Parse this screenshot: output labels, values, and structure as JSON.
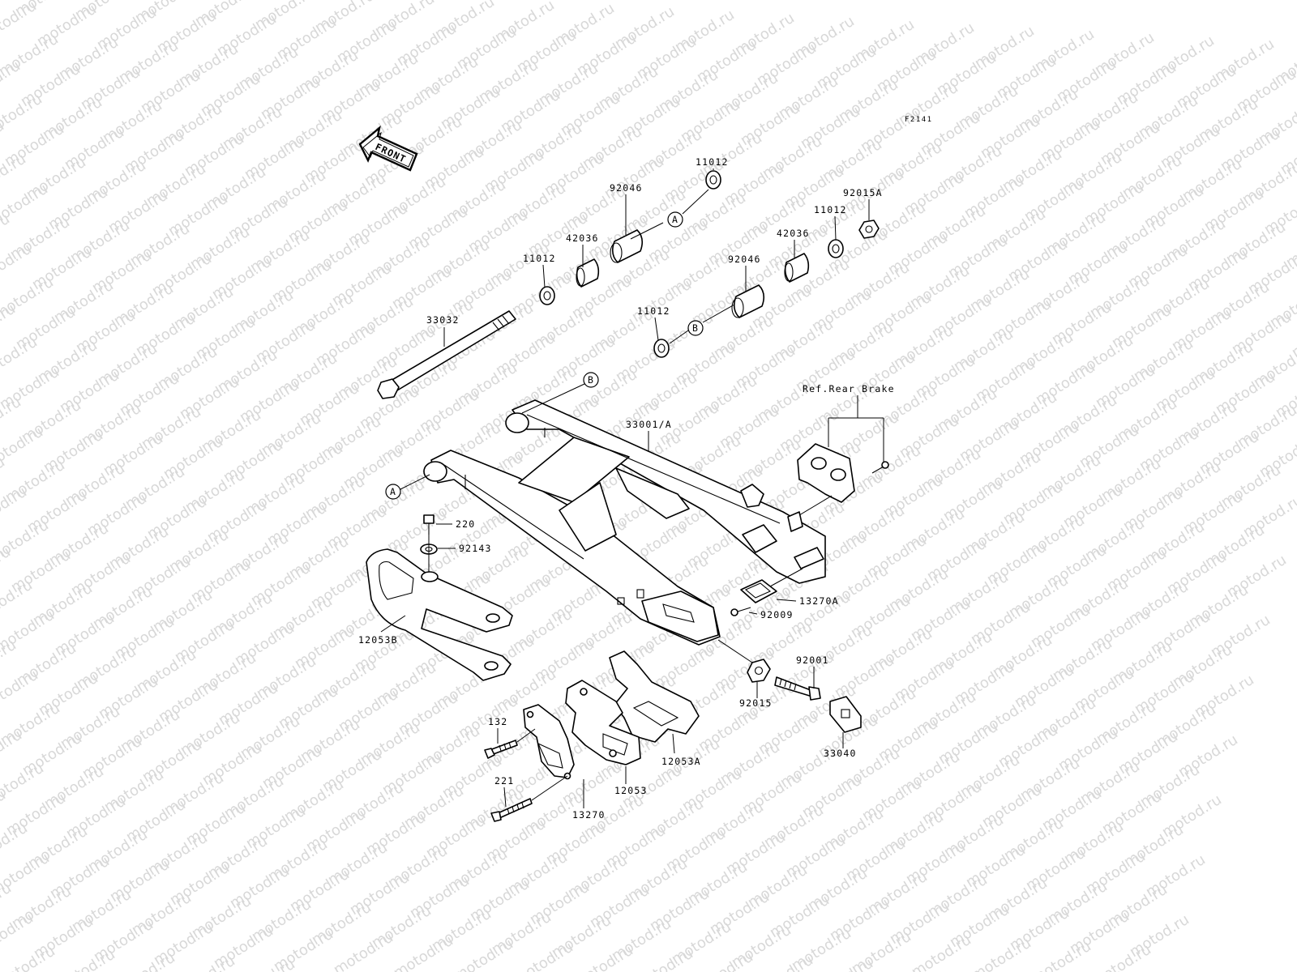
{
  "watermark_text": "motod.ru",
  "figure_code": "F2141",
  "front_arrow_text": "FRONT",
  "ref_note": "Ref.Rear Brake",
  "ref_markers": {
    "a": "A",
    "b": "B"
  },
  "parts": {
    "p11012_top": "11012",
    "p92046_top": "92046",
    "p42036_left": "42036",
    "p11012_left": "11012",
    "p11012_right": "11012",
    "p92015A": "92015A",
    "p42036_right": "42036",
    "p92046_right": "92046",
    "p11012_b": "11012",
    "p33032": "33032",
    "p33001A": "33001/A",
    "p220": "220",
    "p92143": "92143",
    "p12053B": "12053B",
    "p13270A": "13270A",
    "p92009": "92009",
    "p92001": "92001",
    "p92015": "92015",
    "p33040": "33040",
    "p132": "132",
    "p221": "221",
    "p12053A": "12053A",
    "p12053": "12053",
    "p13270": "13270"
  }
}
